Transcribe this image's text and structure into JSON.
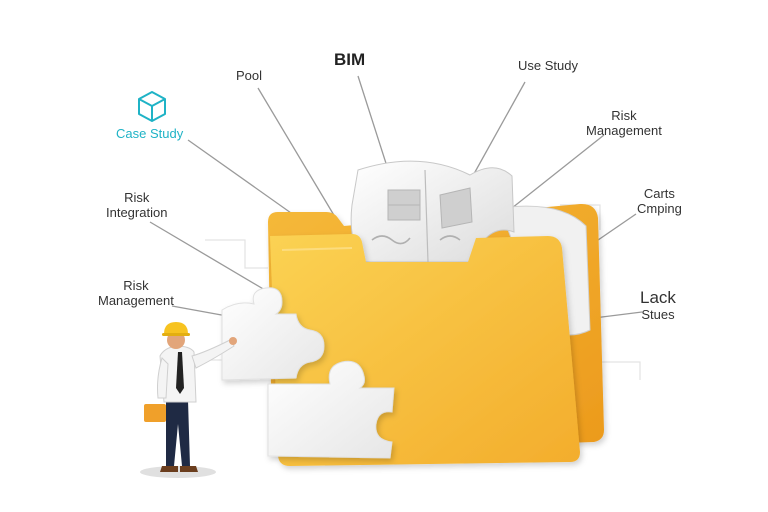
{
  "colors": {
    "accent": "#1fb3c6",
    "folder_front": "#f6be3b",
    "folder_back": "#f3a826",
    "leader": "#9a9a9a",
    "puzzle": "#f4f4f4"
  },
  "labels": {
    "bim": "BIM",
    "pool": "Pool",
    "use_study": "Use Study",
    "case_study": "Case Study",
    "risk_management_top": {
      "line1": "Risk",
      "line2": "Management"
    },
    "risk_integration": {
      "line1": "Risk",
      "line2": "Integration"
    },
    "carts_cmping": {
      "line1": "Carts",
      "line2": "Cmping"
    },
    "risk_management_left": {
      "line1": "Risk",
      "line2": "Management"
    },
    "lack_stues": {
      "line1": "Lack",
      "line2": "Stues"
    }
  },
  "icons": [
    "cube-icon",
    "folder-icon",
    "puzzle-piece-icon",
    "engineer-figure",
    "document-icon"
  ]
}
